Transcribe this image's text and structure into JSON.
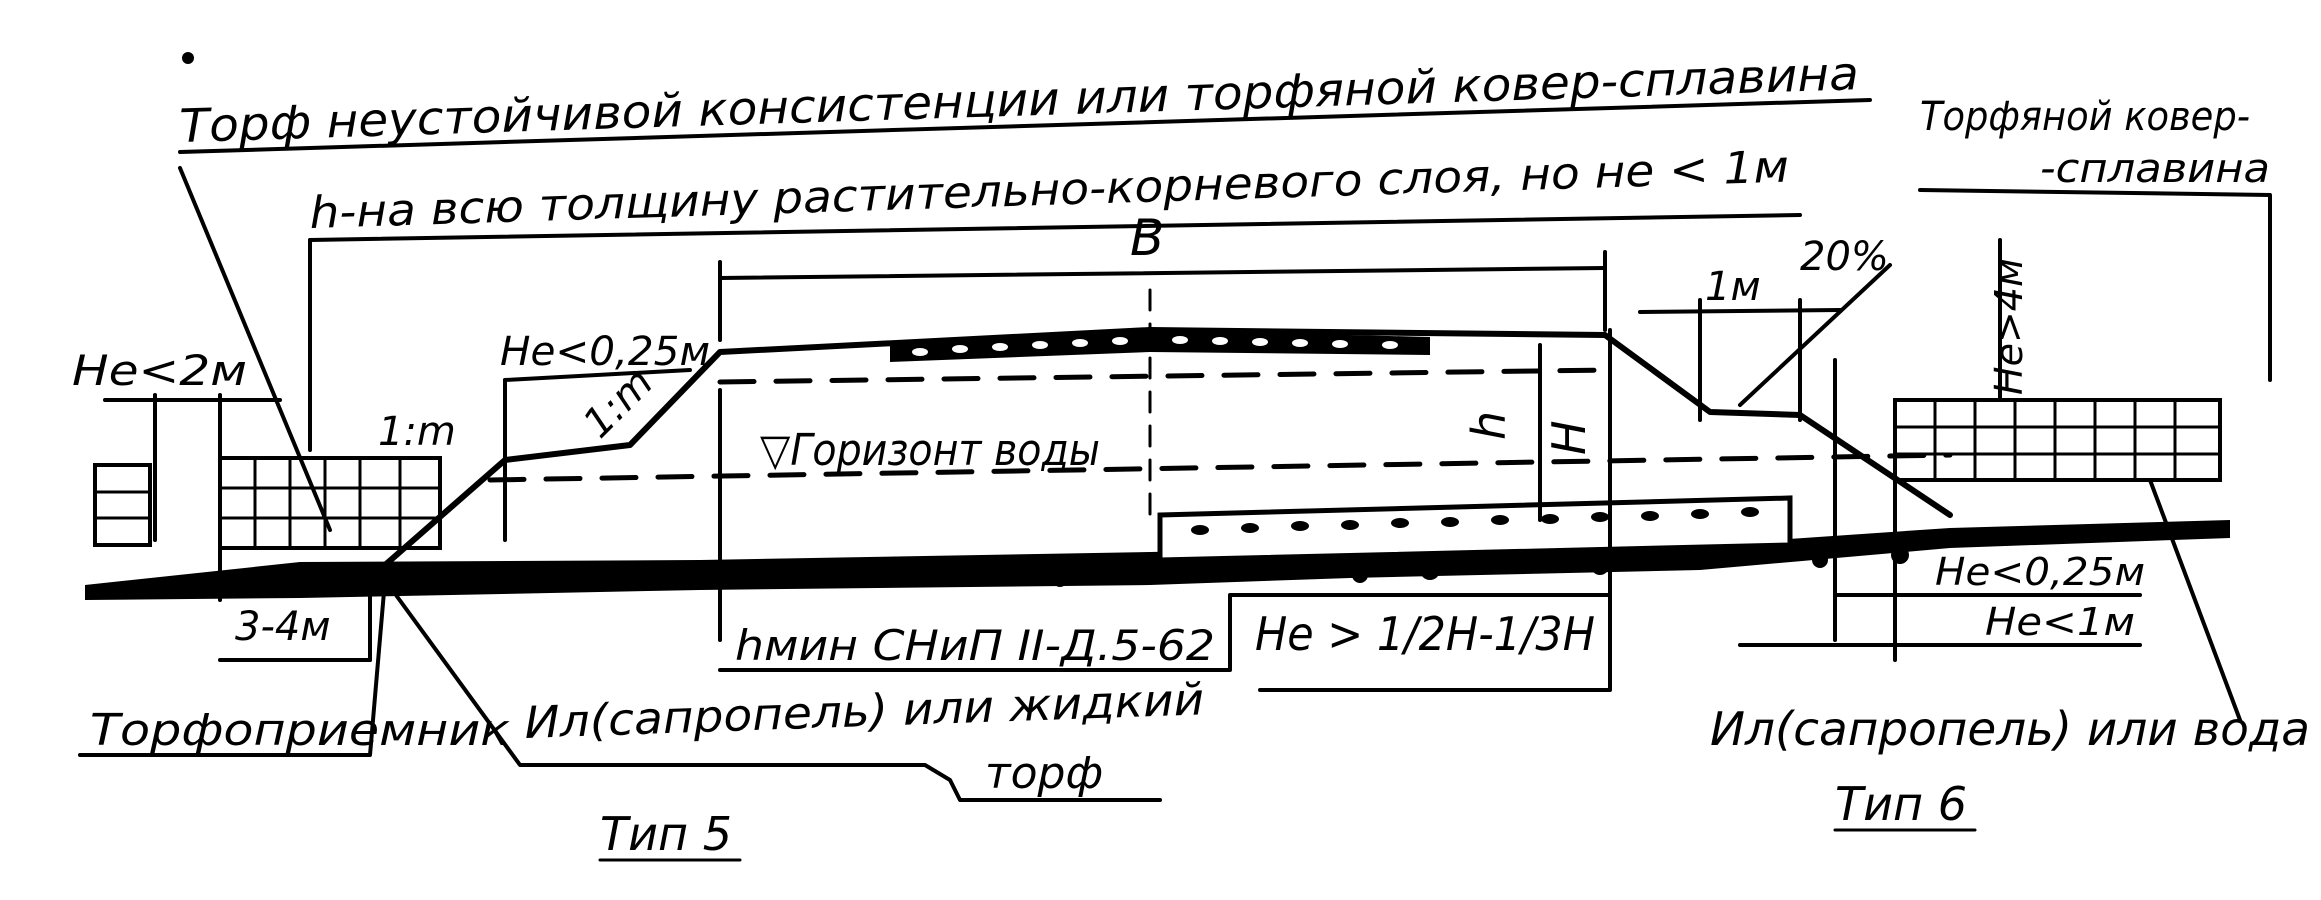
{
  "labels": {
    "top_line1": "Торф неустойчивой консистенции или торфяной ковер-сплавина",
    "top_line2": "h-на всю толщину растительно-корневого слоя, но не < 1м",
    "right_top_a": "Торфяной ковер-",
    "right_top_b": "-сплавина",
    "width_b": "B",
    "slope_1m_left": "1:m",
    "slope_1m_mid": "1:m",
    "min_025_top": "Не<0,25м",
    "min_2m": "Не<2м",
    "water_horizon": "▽Горизонт воды",
    "h_small": "h",
    "h_big": "H",
    "one_m": "1м",
    "twenty_pct": "20%",
    "not_more_4m": "Не>4м",
    "h_min_snip": "hмин СНиП II-Д.5-62",
    "half_h": "Не > 1/2H-1/3H",
    "three_four_m": "3-4м",
    "min_025_right": "Не<0,25м",
    "min_1m_right": "Не<1м",
    "peat_receiver": "Торфоприемник",
    "silt_left": "Ил(сапропель) или жидкий",
    "silt_left_2": "торф",
    "silt_right": "Ил(сапропель) или вода",
    "type5": "Тип 5",
    "type6": "Тип 6"
  }
}
